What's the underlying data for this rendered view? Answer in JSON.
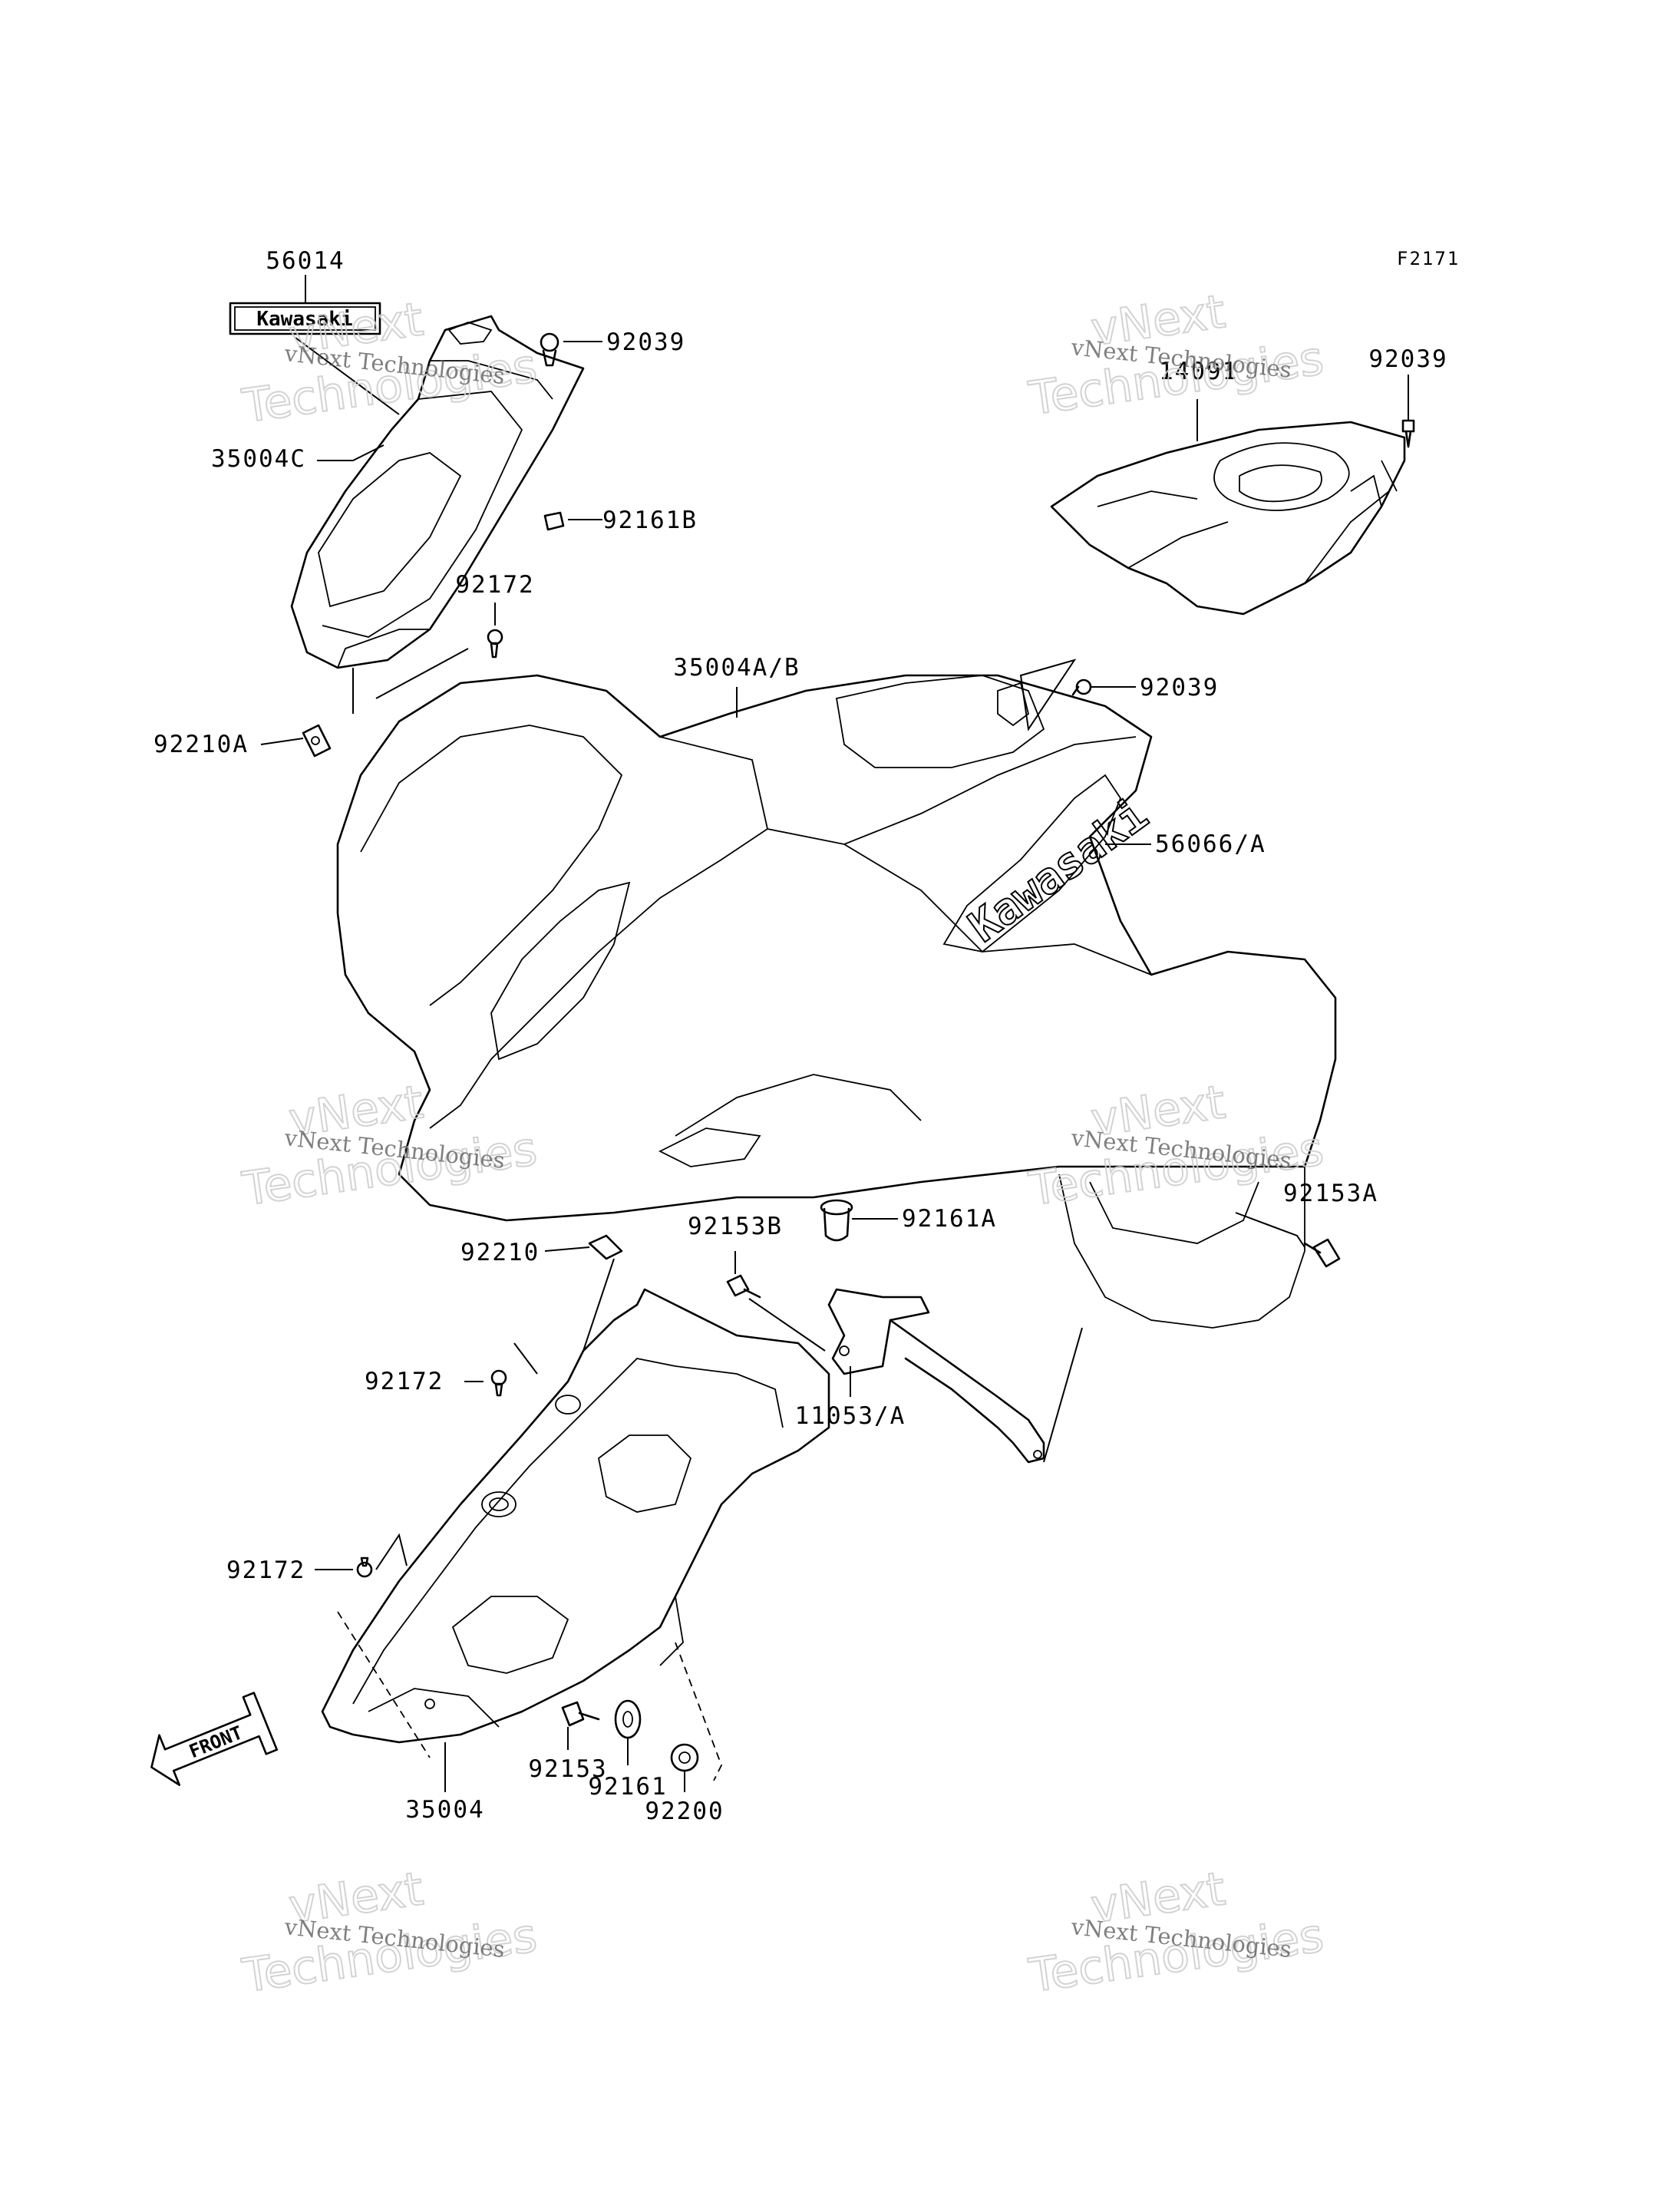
{
  "figure_ref": "F2171",
  "watermark": {
    "line1": "vNext Technologies",
    "line2": "vNext",
    "line3": "Technologies"
  },
  "front_tag": "FRONT",
  "callouts": [
    "56014",
    "92039",
    "35004C",
    "92161B",
    "92172",
    "92210A",
    "14091",
    "92039",
    "35004A/B",
    "92039",
    "56066/A",
    "92153A",
    "92210",
    "92153B",
    "92161A",
    "92172",
    "11053/A",
    "92172",
    "92153",
    "92161",
    "92200",
    "35004"
  ],
  "emblem_text": "Kawasaki",
  "fender_text": "Kawasaki"
}
